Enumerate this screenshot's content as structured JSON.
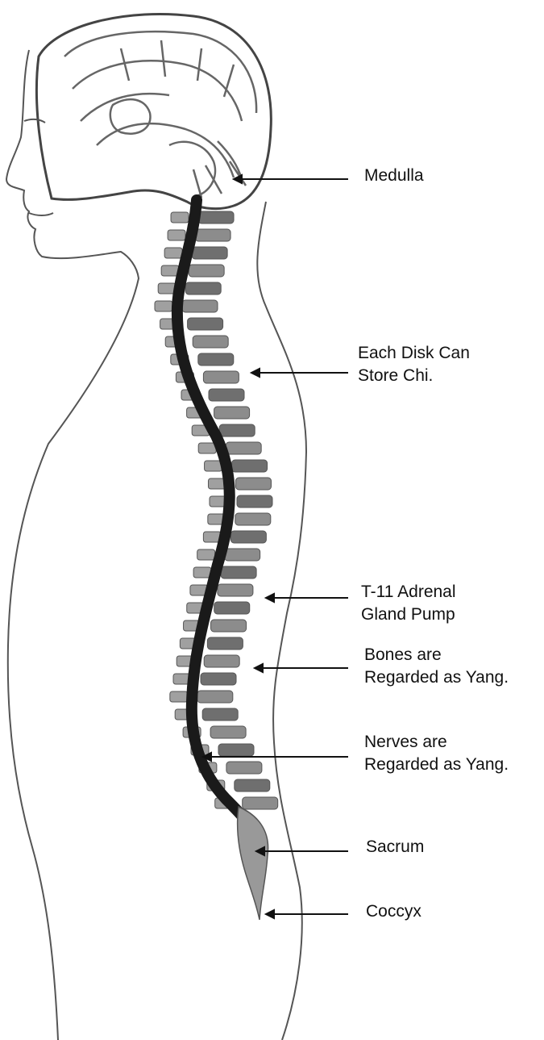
{
  "colors": {
    "ink": "#111111",
    "spine": "#1a1a1a",
    "bone": "#8a8a8a",
    "outline": "#555555"
  },
  "labels": {
    "medulla": [
      "Medulla"
    ],
    "disk": [
      "Each Disk Can",
      "Store Chi."
    ],
    "t11": [
      "T-11 Adrenal",
      "Gland Pump"
    ],
    "bones": [
      "Bones are",
      "Regarded as Yang."
    ],
    "nerves": [
      "Nerves are",
      "Regarded as Yang."
    ],
    "sacrum": [
      "Sacrum"
    ],
    "coccyx": [
      "Coccyx"
    ]
  }
}
